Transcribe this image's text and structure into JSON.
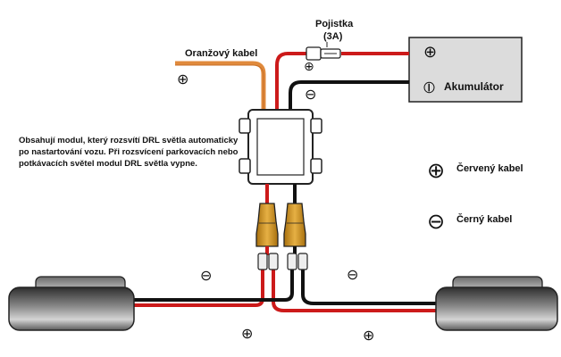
{
  "labels": {
    "orange_cable": "Oranžový kabel",
    "fuse_title": "Pojistka",
    "fuse_rating": "(3A)",
    "battery": "Akumulátor",
    "module_text_line1": "Obsahují modul, který rozsvítí DRL světla automaticky",
    "module_text_line2": "po nastartování vozu. Při rozsvícení parkovacích nebo",
    "module_text_line3": "potkávacích světel  modul DRL světla vypne.",
    "legend_red": "Červený kabel",
    "legend_black": "Černý kabel"
  },
  "symbols": {
    "plus": "⊕",
    "minus": "⊖",
    "battery_plus": "⊕",
    "battery_minus": "⦶"
  },
  "colors": {
    "red_wire": "#cc1a1a",
    "black_wire": "#111111",
    "orange_wire": "#e08a3c",
    "connector": "#c98a1a",
    "battery_fill": "#dcdcdc",
    "lamp_dark": "#4a4a4a",
    "lamp_light": "#d8d8d8"
  }
}
